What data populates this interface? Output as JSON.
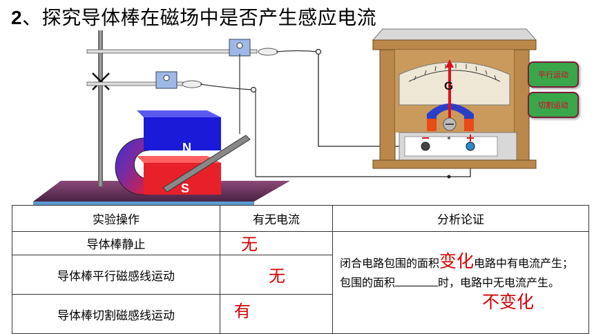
{
  "title": {
    "number": "2",
    "sep": "、",
    "text": "探究导体棒在磁场中是否产生感应电流"
  },
  "buttons": {
    "parallel": "平行运动",
    "cutting": "切割运动"
  },
  "labels": {
    "magnet_n": "N",
    "magnet_s": "S",
    "galvanometer": "G"
  },
  "table": {
    "headers": [
      "实验操作",
      "有无电流",
      "分析论证"
    ],
    "rows": [
      {
        "operation": "导体棒静止",
        "current": "无"
      },
      {
        "operation": "导体棒平行磁感线运动",
        "current": "无"
      },
      {
        "operation": "导体棒切割磁感线运动",
        "current": "有"
      }
    ],
    "analysis": {
      "part1": "闭合电路包围的面积",
      "answer1": "变化",
      "part2": "电路中有电流产生；包围的面积",
      "part3": "时，电路中无电流产生。",
      "answer2": "不变化"
    }
  },
  "colors": {
    "answer": "#d40000",
    "button_bg": "#3aa64a",
    "button_text": "#e0002a",
    "wood": "#b9884a"
  }
}
